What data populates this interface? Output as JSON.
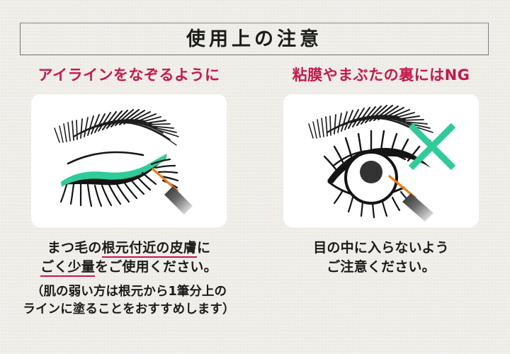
{
  "page": {
    "background_color": "#f4f2ec",
    "accent_color": "#c8184b",
    "green_color": "#2ecc9a",
    "ink_color": "#1b1b19"
  },
  "title": {
    "text": "使用上の注意",
    "border_color": "#7b7b73"
  },
  "columns": [
    {
      "id": "apply-along-eyeline",
      "heading": "アイラインをなぞるように",
      "illustration": "closed-eye-with-green-liner-and-applicator",
      "caption_lines": [
        {
          "before": "まつ毛の",
          "underlined": "根元付近の皮膚",
          "after": "に"
        },
        {
          "before": "",
          "underlined": "ごく少量",
          "after": "をご使用ください。"
        }
      ],
      "note_lines": [
        "（肌の弱い方は根元から1筆分上の",
        "ラインに塗ることをおすすめします）"
      ]
    },
    {
      "id": "no-mucous-membrane",
      "heading": "粘膜やまぶたの裏にはNG",
      "illustration": "open-eye-with-green-x-mark-and-applicator",
      "caption_lines": [
        {
          "before": "目の中に入らないよう",
          "underlined": "",
          "after": ""
        },
        {
          "before": "ご注意ください。",
          "underlined": "",
          "after": ""
        }
      ],
      "note_lines": []
    }
  ]
}
